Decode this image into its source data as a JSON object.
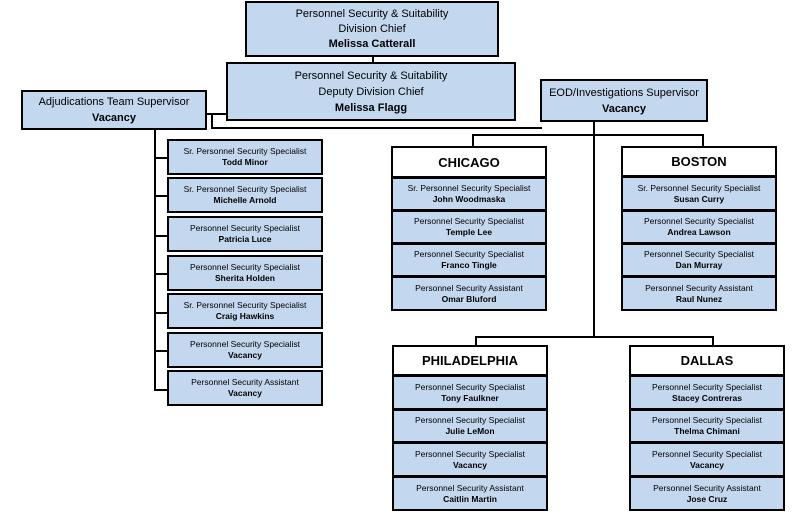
{
  "chief": {
    "line1": "Personnel Security & Suitability",
    "line2": "Division Chief",
    "name": "Melissa Catterall"
  },
  "deputy": {
    "line1": "Personnel Security & Suitability",
    "line2": "Deputy Division Chief",
    "name": "Melissa Flagg"
  },
  "adjudications": {
    "title": "Adjudications Team Supervisor",
    "name": "Vacancy",
    "staff": [
      {
        "title": "Sr. Personnel Security Specialist",
        "name": "Todd Minor"
      },
      {
        "title": "Sr. Personnel Security Specialist",
        "name": "Michelle Arnold"
      },
      {
        "title": "Personnel Security Specialist",
        "name": "Patricia Luce"
      },
      {
        "title": "Personnel Security Specialist",
        "name": "Sherita Holden"
      },
      {
        "title": "Sr. Personnel Security Specialist",
        "name": "Craig Hawkins"
      },
      {
        "title": "Personnel Security Specialist",
        "name": "Vacancy"
      },
      {
        "title": "Personnel Security Assistant",
        "name": "Vacancy"
      }
    ]
  },
  "eod": {
    "title": "EOD/Investigations Supervisor",
    "name": "Vacancy"
  },
  "chicago": {
    "label": "CHICAGO",
    "staff": [
      {
        "title": "Sr. Personnel Security Specialist",
        "name": "John Woodmaska"
      },
      {
        "title": "Personnel Security Specialist",
        "name": "Temple Lee"
      },
      {
        "title": "Personnel Security Specialist",
        "name": "Franco Tingle"
      },
      {
        "title": "Personnel Security Assistant",
        "name": "Omar Bluford"
      }
    ]
  },
  "boston": {
    "label": "BOSTON",
    "staff": [
      {
        "title": "Sr. Personnel Security Specialist",
        "name": "Susan Curry"
      },
      {
        "title": "Personnel Security Specialist",
        "name": "Andrea Lawson"
      },
      {
        "title": "Personnel Security Specialist",
        "name": "Dan Murray"
      },
      {
        "title": "Personnel Security Assistant",
        "name": "Raul Nunez"
      }
    ]
  },
  "philadelphia": {
    "label": "PHILADELPHIA",
    "staff": [
      {
        "title": "Personnel Security Specialist",
        "name": "Tony Faulkner"
      },
      {
        "title": "Personnel Security Specialist",
        "name": "Julie LeMon"
      },
      {
        "title": "Personnel Security Specialist",
        "name": "Vacancy"
      },
      {
        "title": "Personnel Security Assistant",
        "name": "Caitlin Martin"
      }
    ]
  },
  "dallas": {
    "label": "DALLAS",
    "staff": [
      {
        "title": "Personnel Security Specialist",
        "name": "Stacey Contreras"
      },
      {
        "title": "Personnel Security Specialist",
        "name": "Thelma Chimani"
      },
      {
        "title": "Personnel Security Specialist",
        "name": "Vacancy"
      },
      {
        "title": "Personnel Security Assistant",
        "name": "Jose Cruz"
      }
    ]
  }
}
